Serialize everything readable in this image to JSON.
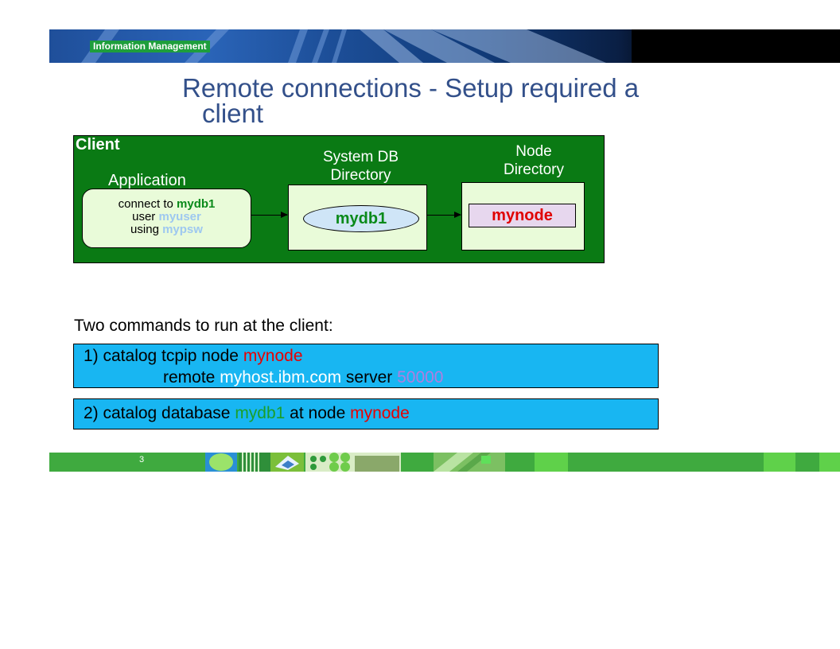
{
  "header": {
    "brand": "Information Management"
  },
  "title": {
    "line1": "Remote connections - Setup required a",
    "line2": "client"
  },
  "diagram": {
    "client_label": "Client",
    "application_label": "Application",
    "app_lines": {
      "connect_prefix": "connect to ",
      "db": "mydb1",
      "user_prefix": "user ",
      "user": "myuser",
      "using_prefix": "using ",
      "password": "mypsw"
    },
    "system_db_label_line1": "System DB",
    "system_db_label_line2": "Directory",
    "system_db_entry": "mydb1",
    "node_label_line1": "Node",
    "node_label_line2": "Directory",
    "node_entry": "mynode"
  },
  "commands": {
    "intro": "Two commands to run at the client:",
    "cmd1": {
      "prefix": "1) catalog tcpip node ",
      "node": "mynode",
      "line2_prefix": "remote ",
      "host": "myhost.ibm.com",
      "server_label": " server ",
      "port": "50000"
    },
    "cmd2": {
      "prefix": "2) catalog database ",
      "db": "mydb1",
      "mid": " at node ",
      "node": "mynode"
    }
  },
  "footer": {
    "page_number": "3"
  },
  "colors": {
    "banner_blue": "#1f4f9a",
    "client_green": "#0a7a14",
    "command_blue": "#18b6f2",
    "footer_green": "#3faa3f",
    "node_red": "#e80000",
    "db_green": "#1a9f2a",
    "title_blue": "#33508a"
  }
}
